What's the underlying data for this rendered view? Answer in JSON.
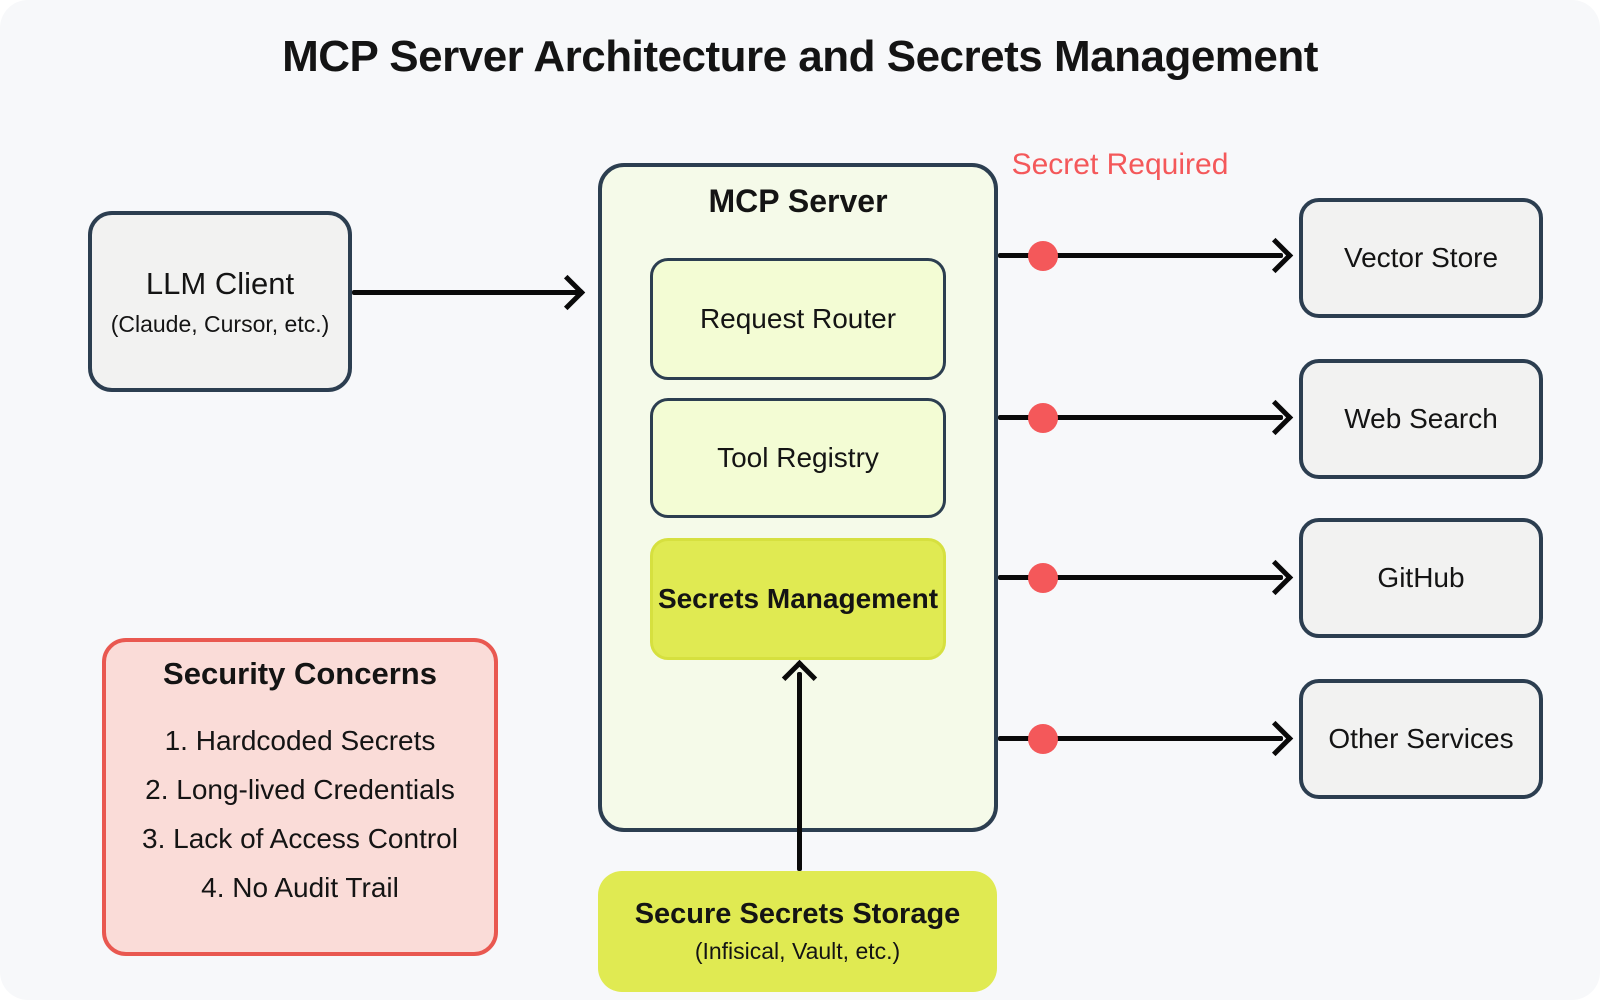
{
  "title": "MCP Server Architecture and Secrets Management",
  "llm_client": {
    "title": "LLM Client",
    "subtitle": "(Claude, Cursor, etc.)"
  },
  "mcp_server": {
    "title": "MCP Server",
    "modules": [
      {
        "label": "Request Router"
      },
      {
        "label": "Tool Registry"
      },
      {
        "label": "Secrets Management"
      }
    ]
  },
  "secret_required_label": "Secret Required",
  "services": [
    {
      "label": "Vector Store"
    },
    {
      "label": "Web Search"
    },
    {
      "label": "GitHub"
    },
    {
      "label": "Other Services"
    }
  ],
  "security_concerns": {
    "title": "Security Concerns",
    "items": [
      "1. Hardcoded Secrets",
      "2. Long-lived Credentials",
      "3. Lack of Access Control",
      "4. No Audit Trail"
    ]
  },
  "secrets_storage": {
    "title": "Secure Secrets Storage",
    "subtitle": "(Infisical, Vault, etc.)"
  },
  "colors": {
    "page_background": "#f7f8fa",
    "dark_border": "#2c3e50",
    "panel_green": "#f5fae9",
    "module_light_green": "#f3fcd4",
    "highlight_yellow_green": "#e0ea52",
    "neutral_box": "#f2f2f1",
    "concern_pink_fill": "#fadcd8",
    "concern_red_border": "#e95850",
    "accent_red": "#f4585a",
    "arrow_black": "#0a0a0a"
  }
}
